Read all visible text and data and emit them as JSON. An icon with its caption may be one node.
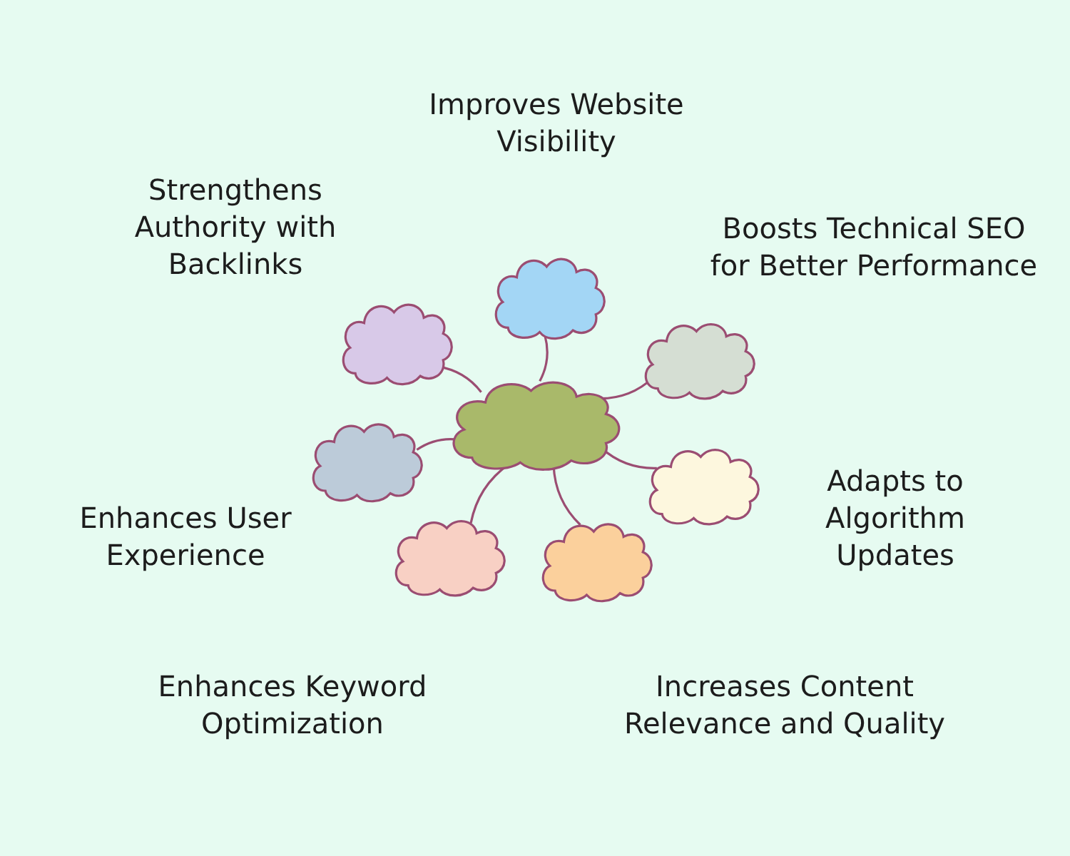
{
  "diagram": {
    "nodes": [
      {
        "text": [],
        "shape": "cloud"
      },
      {
        "text": [],
        "shape": "cloud"
      },
      {
        "text": [],
        "shape": "cloud"
      },
      {
        "text": [],
        "shape": "cloud"
      },
      {
        "text": [],
        "shape": "cloud"
      },
      {
        "text": [],
        "shape": "cloud"
      },
      {
        "text": [],
        "shape": "cloud"
      },
      {
        "text": [],
        "shape": "cloud"
      }
    ],
    "edges": [
      {
        "from": 0,
        "to": 1,
        "arrow": "none"
      },
      {
        "from": 0,
        "to": 2,
        "arrow": "none"
      },
      {
        "from": 0,
        "to": 3,
        "arrow": "none"
      },
      {
        "from": 0,
        "to": 4,
        "arrow": "none"
      },
      {
        "from": 0,
        "to": 5,
        "arrow": "none"
      },
      {
        "from": 0,
        "to": 6,
        "arrow": "none"
      },
      {
        "from": 0,
        "to": 7,
        "arrow": "none"
      }
    ],
    "labels": [
      "Improves Website Visibility",
      "Strengthens Authority with Backlinks",
      "Boosts Technical SEO for Better Performance",
      "Adapts to Algorithm Updates",
      "Enhances User Experience",
      "Enhances Keyword Optimization",
      "Increases Content Relevance and Quality"
    ]
  }
}
